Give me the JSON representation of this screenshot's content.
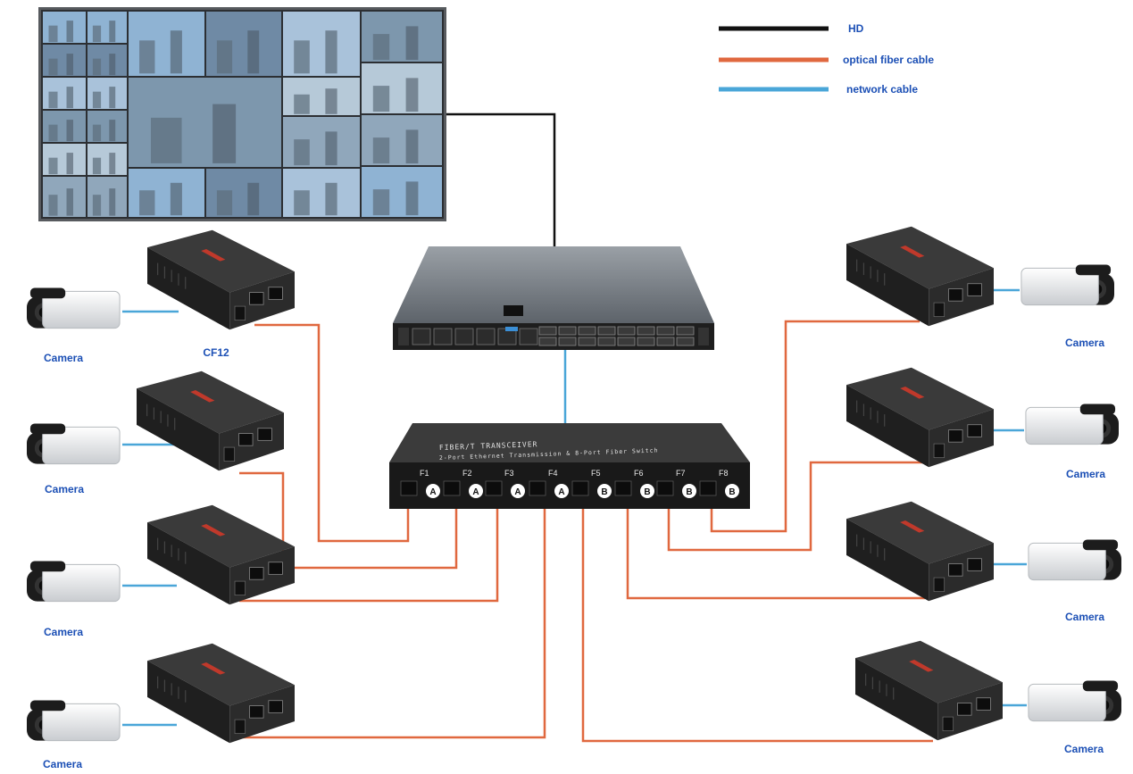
{
  "legend": [
    {
      "label": "HD",
      "color": "#111111"
    },
    {
      "label": "optical fiber cable",
      "color": "#e0683f"
    },
    {
      "label": "network cable",
      "color": "#4aa6d8"
    }
  ],
  "colors": {
    "hd": "#111111",
    "fiber": "#e0683f",
    "network": "#4aa6d8",
    "device_body": "#2a2a2a",
    "label_text": "#1b4fb5"
  },
  "devices": {
    "video_wall": {
      "icon": "video-wall-icon",
      "label": ""
    },
    "server": {
      "icon": "rack-server-icon",
      "label": ""
    },
    "switch": {
      "icon": "fiber-switch-icon",
      "print_line1": "FIBER/T TRANSCEIVER",
      "print_line2": "2-Port Ethernet Transmission & 8-Port Fiber Switch",
      "ports": [
        {
          "label": "F1",
          "group": "A"
        },
        {
          "label": "F2",
          "group": "A"
        },
        {
          "label": "F3",
          "group": "A"
        },
        {
          "label": "F4",
          "group": "A"
        },
        {
          "label": "F5",
          "group": "B"
        },
        {
          "label": "F6",
          "group": "B"
        },
        {
          "label": "F7",
          "group": "B"
        },
        {
          "label": "F8",
          "group": "B"
        }
      ]
    },
    "converter_label": "CF12",
    "camera_label": "Camera"
  }
}
